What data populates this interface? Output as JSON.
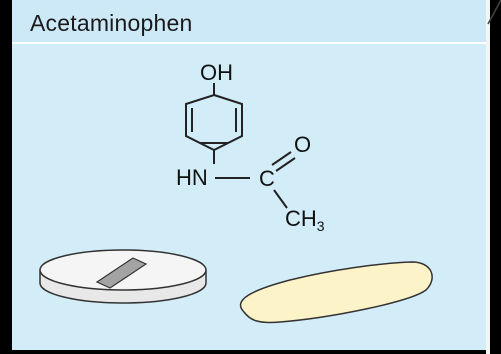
{
  "title": "Acetaminophen",
  "molecule": {
    "hydroxyl": "OH",
    "amine": "HN",
    "carbon": "C",
    "oxygen": "O",
    "methyl_main": "CH",
    "methyl_sub": "3"
  },
  "colors": {
    "panel": "#d2ecf8",
    "tablet": "#f2f2f2",
    "tablet_score": "#9a9a9a",
    "suppository": "#fdf3c8",
    "frame": "#000000"
  },
  "icons": [
    "tablet-icon",
    "suppository-icon"
  ]
}
